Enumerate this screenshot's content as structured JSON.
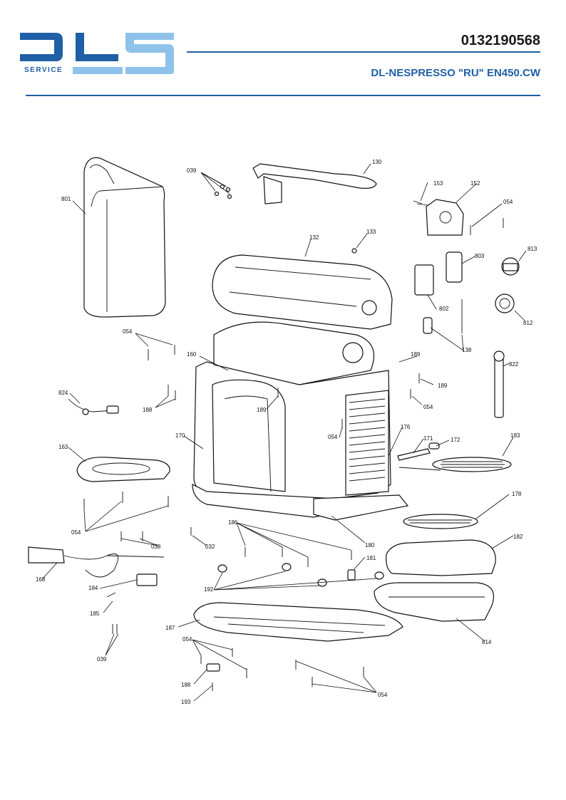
{
  "header": {
    "brand_initials": "DLS",
    "brand_sub": "SERVICE",
    "part_number": "0132190568",
    "model": "DL-NESPRESSO \"RU\" EN450.CW",
    "brand_color": "#1f5fa6",
    "logo_light_color": "#8fc2ea"
  },
  "callouts": [
    {
      "id": "c801",
      "label": "801"
    },
    {
      "id": "c039a",
      "label": "039"
    },
    {
      "id": "c130",
      "label": "130"
    },
    {
      "id": "c153",
      "label": "153"
    },
    {
      "id": "c152",
      "label": "152"
    },
    {
      "id": "c054a",
      "label": "054"
    },
    {
      "id": "c132",
      "label": "132"
    },
    {
      "id": "c133",
      "label": "133"
    },
    {
      "id": "c803",
      "label": "803"
    },
    {
      "id": "c813",
      "label": "813"
    },
    {
      "id": "c802",
      "label": "802"
    },
    {
      "id": "c812",
      "label": "812"
    },
    {
      "id": "c138",
      "label": "138"
    },
    {
      "id": "c054b",
      "label": "054"
    },
    {
      "id": "c160",
      "label": "160"
    },
    {
      "id": "c189a",
      "label": "189"
    },
    {
      "id": "c189b",
      "label": "189"
    },
    {
      "id": "c822",
      "label": "822"
    },
    {
      "id": "c824",
      "label": "824"
    },
    {
      "id": "c188a",
      "label": "188"
    },
    {
      "id": "c054c",
      "label": "054"
    },
    {
      "id": "c189c",
      "label": "189"
    },
    {
      "id": "c170",
      "label": "170"
    },
    {
      "id": "c054d",
      "label": "054"
    },
    {
      "id": "c176",
      "label": "176"
    },
    {
      "id": "c171",
      "label": "171"
    },
    {
      "id": "c172",
      "label": "172"
    },
    {
      "id": "c183",
      "label": "183"
    },
    {
      "id": "c163",
      "label": "163"
    },
    {
      "id": "c178",
      "label": "178"
    },
    {
      "id": "c054e",
      "label": "054"
    },
    {
      "id": "c186",
      "label": "186"
    },
    {
      "id": "c180",
      "label": "180"
    },
    {
      "id": "c182",
      "label": "182"
    },
    {
      "id": "c038",
      "label": "038"
    },
    {
      "id": "c032",
      "label": "032"
    },
    {
      "id": "c181",
      "label": "181"
    },
    {
      "id": "c168",
      "label": "168"
    },
    {
      "id": "c184",
      "label": "184"
    },
    {
      "id": "c192",
      "label": "192"
    },
    {
      "id": "c185",
      "label": "185"
    },
    {
      "id": "c814",
      "label": "814"
    },
    {
      "id": "c187",
      "label": "187"
    },
    {
      "id": "c039b",
      "label": "039"
    },
    {
      "id": "c054f",
      "label": "054"
    },
    {
      "id": "c188b",
      "label": "188"
    },
    {
      "id": "c193",
      "label": "193"
    },
    {
      "id": "c054g",
      "label": "054"
    }
  ]
}
